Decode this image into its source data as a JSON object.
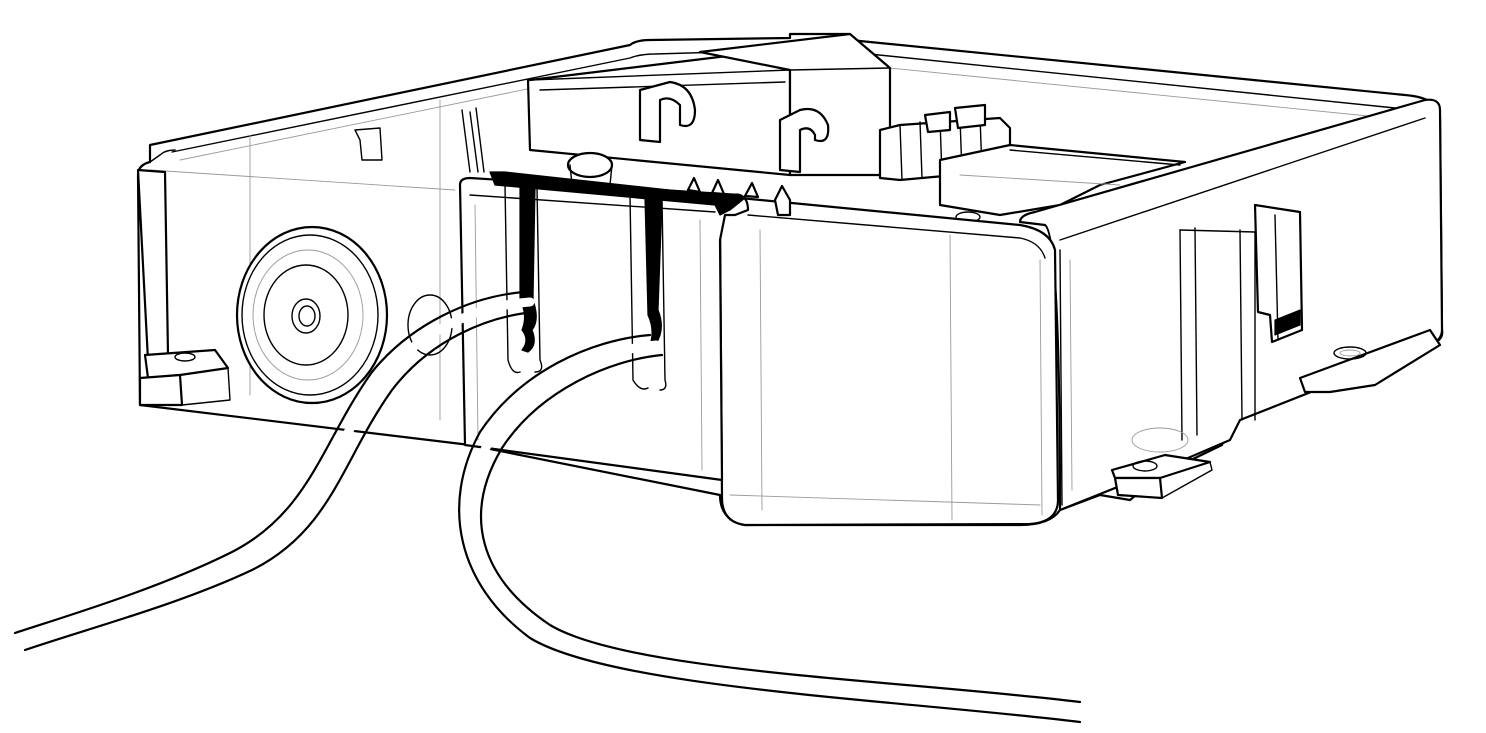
{
  "diagram": {
    "background": "#ffffff",
    "line_color": "#000000",
    "hidden_line_color": "#9a9a9a",
    "fill_color": "#ffffff",
    "parts": [
      "enclosure-base",
      "back-wall",
      "relay-module",
      "terminal-block",
      "wire-clamp",
      "cable-entry-slot",
      "front-wall",
      "knockout-circle",
      "mounting-tab-left",
      "mounting-tab-front",
      "mounting-tab-right",
      "wire-1",
      "wire-2"
    ]
  }
}
